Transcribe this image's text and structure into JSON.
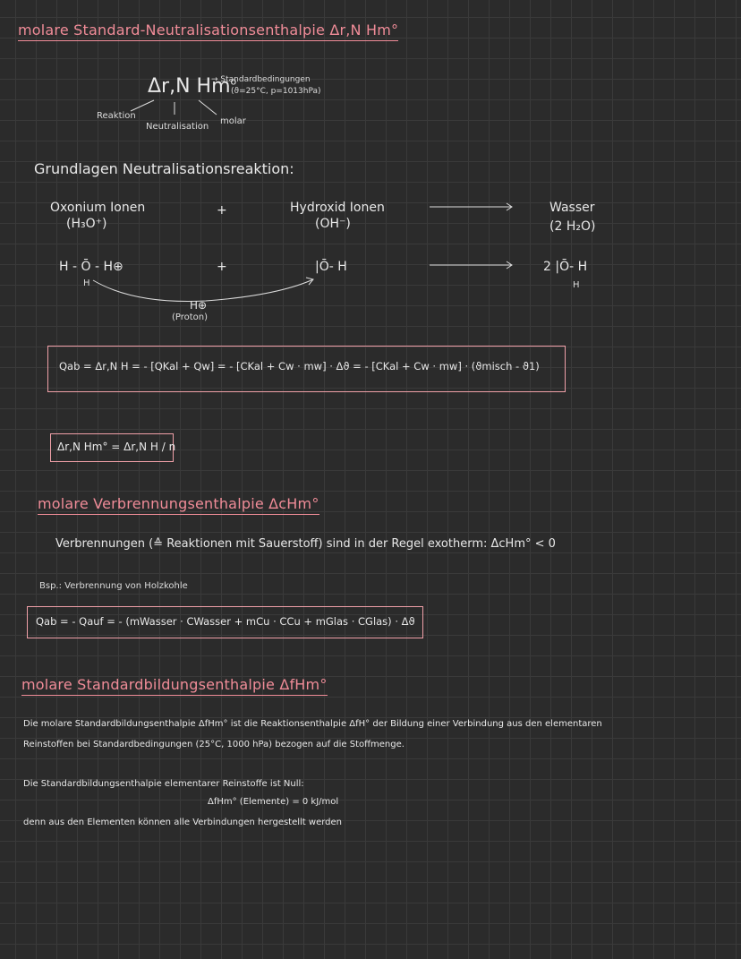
{
  "section1": {
    "heading": "molare Standard-Neutralisationsenthalpie Δr,N Hm°",
    "symbol": "Δr,N Hm",
    "symbol_degree": "o",
    "arrow_label_1": "→ Standardbedingungen",
    "arrow_label_2": "(ϑ=25°C, p=1013hPa)",
    "label_reaktion": "Reaktion",
    "label_neutralisation": "Neutralisation",
    "label_molar": "molar"
  },
  "grundlagen": {
    "title": "Grundlagen Neutralisationsreaktion:",
    "oxonium": "Oxonium Ionen",
    "oxonium_formula": "(H₃O⁺)",
    "plus": "+",
    "hydroxid": "Hydroxid Ionen",
    "hydroxid_formula": "(OH⁻)",
    "wasser": "Wasser",
    "wasser_formula": "(2 H₂O)",
    "struct_oxonium": "H - Ō - H⊕",
    "struct_oxonium_h": "H",
    "struct_hydroxid": "|Ō- H",
    "struct_wasser": "2 |Ō- H",
    "struct_wasser_h": "H",
    "proton_symbol": "H⊕",
    "proton_label": "(Proton)"
  },
  "formula1": "Qab = Δr,N H = - [QKal + Qw] = - [CKal + Cw · mw] · Δϑ = - [CKal + Cw · mw] · (ϑmisch - ϑ1)",
  "formula2": "Δr,N Hm° = Δr,N H / n",
  "section2": {
    "heading": "molare Verbrennungsenthalpie ΔcHm°",
    "text": "Verbrennungen (≙ Reaktionen mit Sauerstoff) sind in der Regel exotherm: ΔcHm° < 0",
    "example": "Bsp.: Verbrennung von Holzkohle",
    "formula": "Qab = - Qauf = - (mWasser · CWasser + mCu · CCu + mGlas · CGlas) · Δϑ"
  },
  "section3": {
    "heading": "molare Standardbildungsenthalpie ΔfHm°",
    "para1_line1": "Die molare Standardbildungsenthalpie ΔfHm° ist die Reaktionsenthalpie ΔfH° der Bildung einer Verbindung aus den elementaren",
    "para1_line2": "Reinstoffen bei Standardbedingungen (25°C, 1000 hPa) bezogen auf die Stoffmenge.",
    "para2": "Die Standardbildungsenthalpie elementarer Reinstoffe ist Null:",
    "formula": "ΔfHm° (Elemente) = 0 kJ/mol",
    "para3": "denn aus den Elementen können alle Verbindungen hergestellt werden"
  },
  "colors": {
    "accent": "#f08c98",
    "text": "#e8e8e8",
    "background": "#2b2b2b"
  }
}
